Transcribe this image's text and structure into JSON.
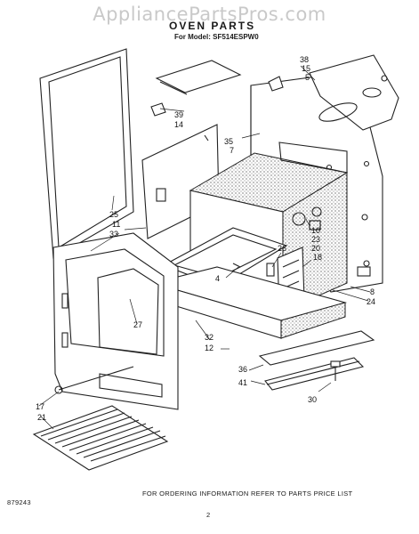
{
  "watermark": "AppliancePartsPros.com",
  "title": "OVEN PARTS",
  "model_line": "For Model: SF514ESPW0",
  "callouts": {
    "c38": "38",
    "c15": "15",
    "c5": "5",
    "c39": "39",
    "c14": "14",
    "c35": "35",
    "c7": "7",
    "c25": "25",
    "c11": "11",
    "c33": "33",
    "c10": "10",
    "c23": "23",
    "c20": "20",
    "c26": "26",
    "c18": "18",
    "c4": "4",
    "c8": "8",
    "c24": "24",
    "c27": "27",
    "c32": "32",
    "c12": "12",
    "c36": "36",
    "c41": "41",
    "c30": "30",
    "c17": "17",
    "c21": "21"
  },
  "footer": {
    "ordering_note": "FOR ORDERING INFORMATION REFER TO PARTS PRICE LIST",
    "doc_number": "879243",
    "page_number": "2"
  }
}
